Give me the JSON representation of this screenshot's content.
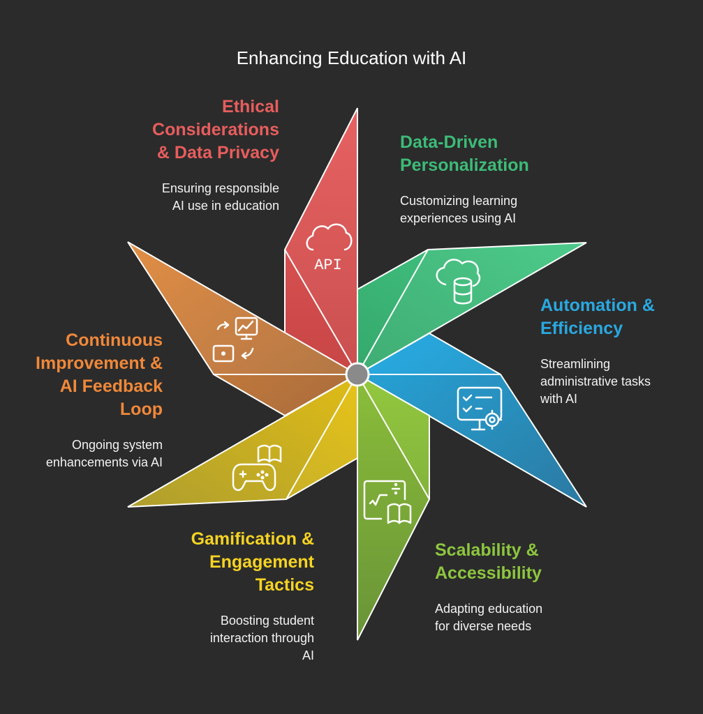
{
  "title": "Enhancing Education with AI",
  "sections": [
    {
      "heading": "Ethical\nConsiderations\n& Data Privacy",
      "description": "Ensuring responsible\nAI use in education",
      "color": "#e05757",
      "icon": "cloud-api-icon",
      "icon_text": "API"
    },
    {
      "heading": "Data-Driven\nPersonalization",
      "description": "Customizing learning\nexperiences using AI",
      "color": "#3dbb78",
      "icon": "cloud-database-icon"
    },
    {
      "heading": "Automation &\nEfficiency",
      "description": "Streamlining\nadministrative tasks\nwith AI",
      "color": "#2aa8e0",
      "icon": "checklist-gear-icon"
    },
    {
      "heading": "Scalability &\nAccessibility",
      "description": "Adapting education\nfor diverse needs",
      "color": "#8dc63f",
      "icon": "math-board-book-icon"
    },
    {
      "heading": "Gamification &\nEngagement\nTactics",
      "description": "Boosting student\ninteraction through\nAI",
      "color": "#f5d323",
      "icon": "gamepad-book-icon"
    },
    {
      "heading": "Continuous\nImprovement &\nAI Feedback\nLoop",
      "description": "Ongoing system\nenhancements via AI",
      "color": "#f0883a",
      "icon": "feedback-loop-icon"
    }
  ]
}
